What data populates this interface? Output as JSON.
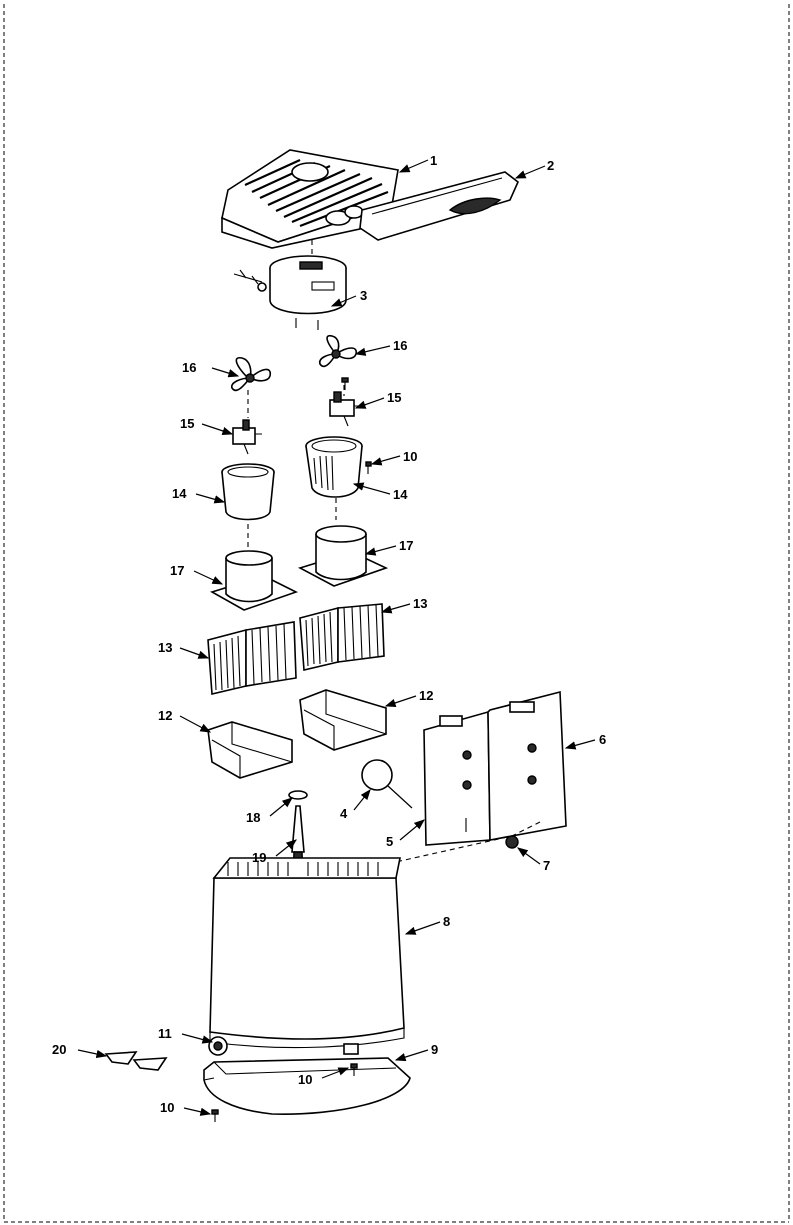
{
  "diagram": {
    "labels": [
      {
        "id": "l1",
        "text": "1"
      },
      {
        "id": "l2",
        "text": "2"
      },
      {
        "id": "l3",
        "text": "3"
      },
      {
        "id": "l16a",
        "text": "16"
      },
      {
        "id": "l16b",
        "text": "16"
      },
      {
        "id": "l15a",
        "text": "15"
      },
      {
        "id": "l15b",
        "text": "15"
      },
      {
        "id": "l10a",
        "text": "10"
      },
      {
        "id": "l14a",
        "text": "14"
      },
      {
        "id": "l14b",
        "text": "14"
      },
      {
        "id": "l17a",
        "text": "17"
      },
      {
        "id": "l17b",
        "text": "17"
      },
      {
        "id": "l13a",
        "text": "13"
      },
      {
        "id": "l13b",
        "text": "13"
      },
      {
        "id": "l12a",
        "text": "12"
      },
      {
        "id": "l12b",
        "text": "12"
      },
      {
        "id": "l6",
        "text": "6"
      },
      {
        "id": "l4",
        "text": "4"
      },
      {
        "id": "l18",
        "text": "18"
      },
      {
        "id": "l5",
        "text": "5"
      },
      {
        "id": "l7",
        "text": "7"
      },
      {
        "id": "l19",
        "text": "19"
      },
      {
        "id": "l8",
        "text": "8"
      },
      {
        "id": "l11",
        "text": "11"
      },
      {
        "id": "l9",
        "text": "9"
      },
      {
        "id": "l20",
        "text": "20"
      },
      {
        "id": "l10b",
        "text": "10"
      },
      {
        "id": "l10c",
        "text": "10"
      }
    ]
  }
}
